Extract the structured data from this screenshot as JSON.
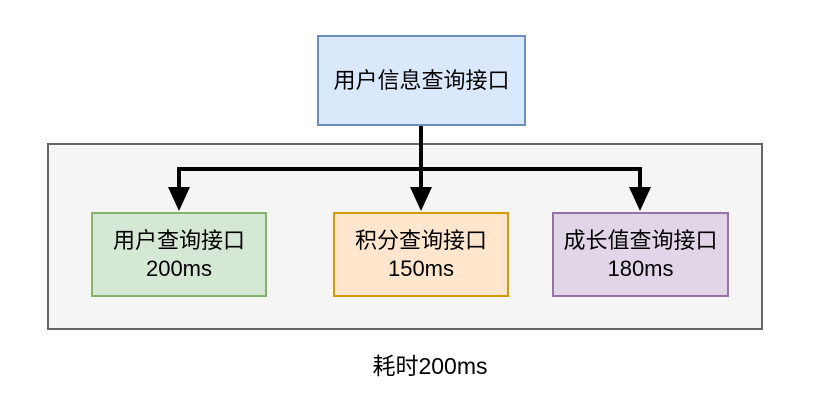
{
  "diagram": {
    "root": {
      "label": "用户信息查询接口",
      "fill": "#dae8fc",
      "stroke": "#6c8ebf"
    },
    "group": {
      "fill": "#f5f5f5",
      "stroke": "#666666"
    },
    "children": [
      {
        "label": "用户查询接口",
        "time": "200ms",
        "fill": "#d5e8d4",
        "stroke": "#82b366"
      },
      {
        "label": "积分查询接口",
        "time": "150ms",
        "fill": "#ffe6cc",
        "stroke": "#d79b00"
      },
      {
        "label": "成长值查询接口",
        "time": "180ms",
        "fill": "#e1d5e7",
        "stroke": "#9673a6"
      }
    ],
    "caption": "耗时200ms",
    "connector_color": "#000000"
  }
}
